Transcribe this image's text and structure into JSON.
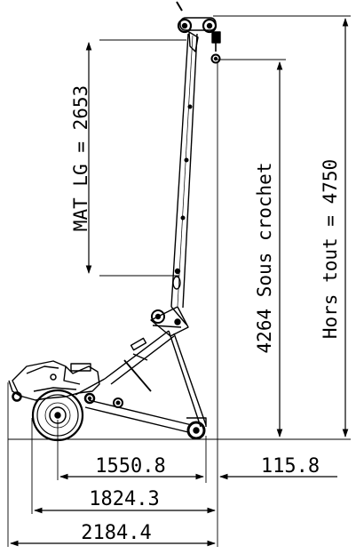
{
  "drawing": {
    "mast_length_label": "MAT LG = 2653",
    "hook_height_label": "4264 Sous crochet",
    "overall_height_label": "Hors tout = 4750",
    "dim_1550": "1550.8",
    "dim_115": "115.8",
    "dim_1824": "1824.3",
    "dim_2184": "2184.4"
  }
}
